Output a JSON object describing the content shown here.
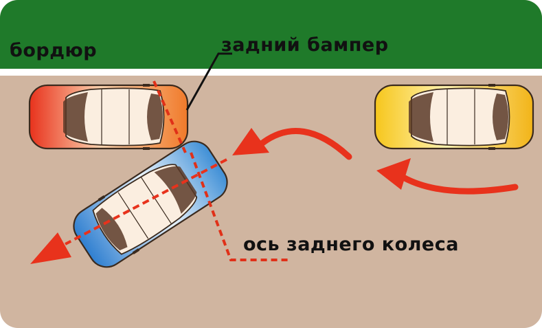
{
  "labels": {
    "curb": "бордюр",
    "rear_bumper": "задний бампер",
    "rear_wheel_axle": "ось заднего колеса"
  },
  "colors": {
    "curb_green": "#1f7a2a",
    "road": "#d0b5a0",
    "arrow_red": "#e8321c",
    "axis_dashed": "#e03018",
    "car_red": "#f04a1e",
    "car_blue": "#3f8fd6",
    "car_yellow": "#f6c61c"
  },
  "cars": [
    {
      "name": "parked-red-car",
      "color": "red"
    },
    {
      "name": "maneuvering-blue-car",
      "color": "blue"
    },
    {
      "name": "parked-yellow-car",
      "color": "yellow"
    }
  ]
}
